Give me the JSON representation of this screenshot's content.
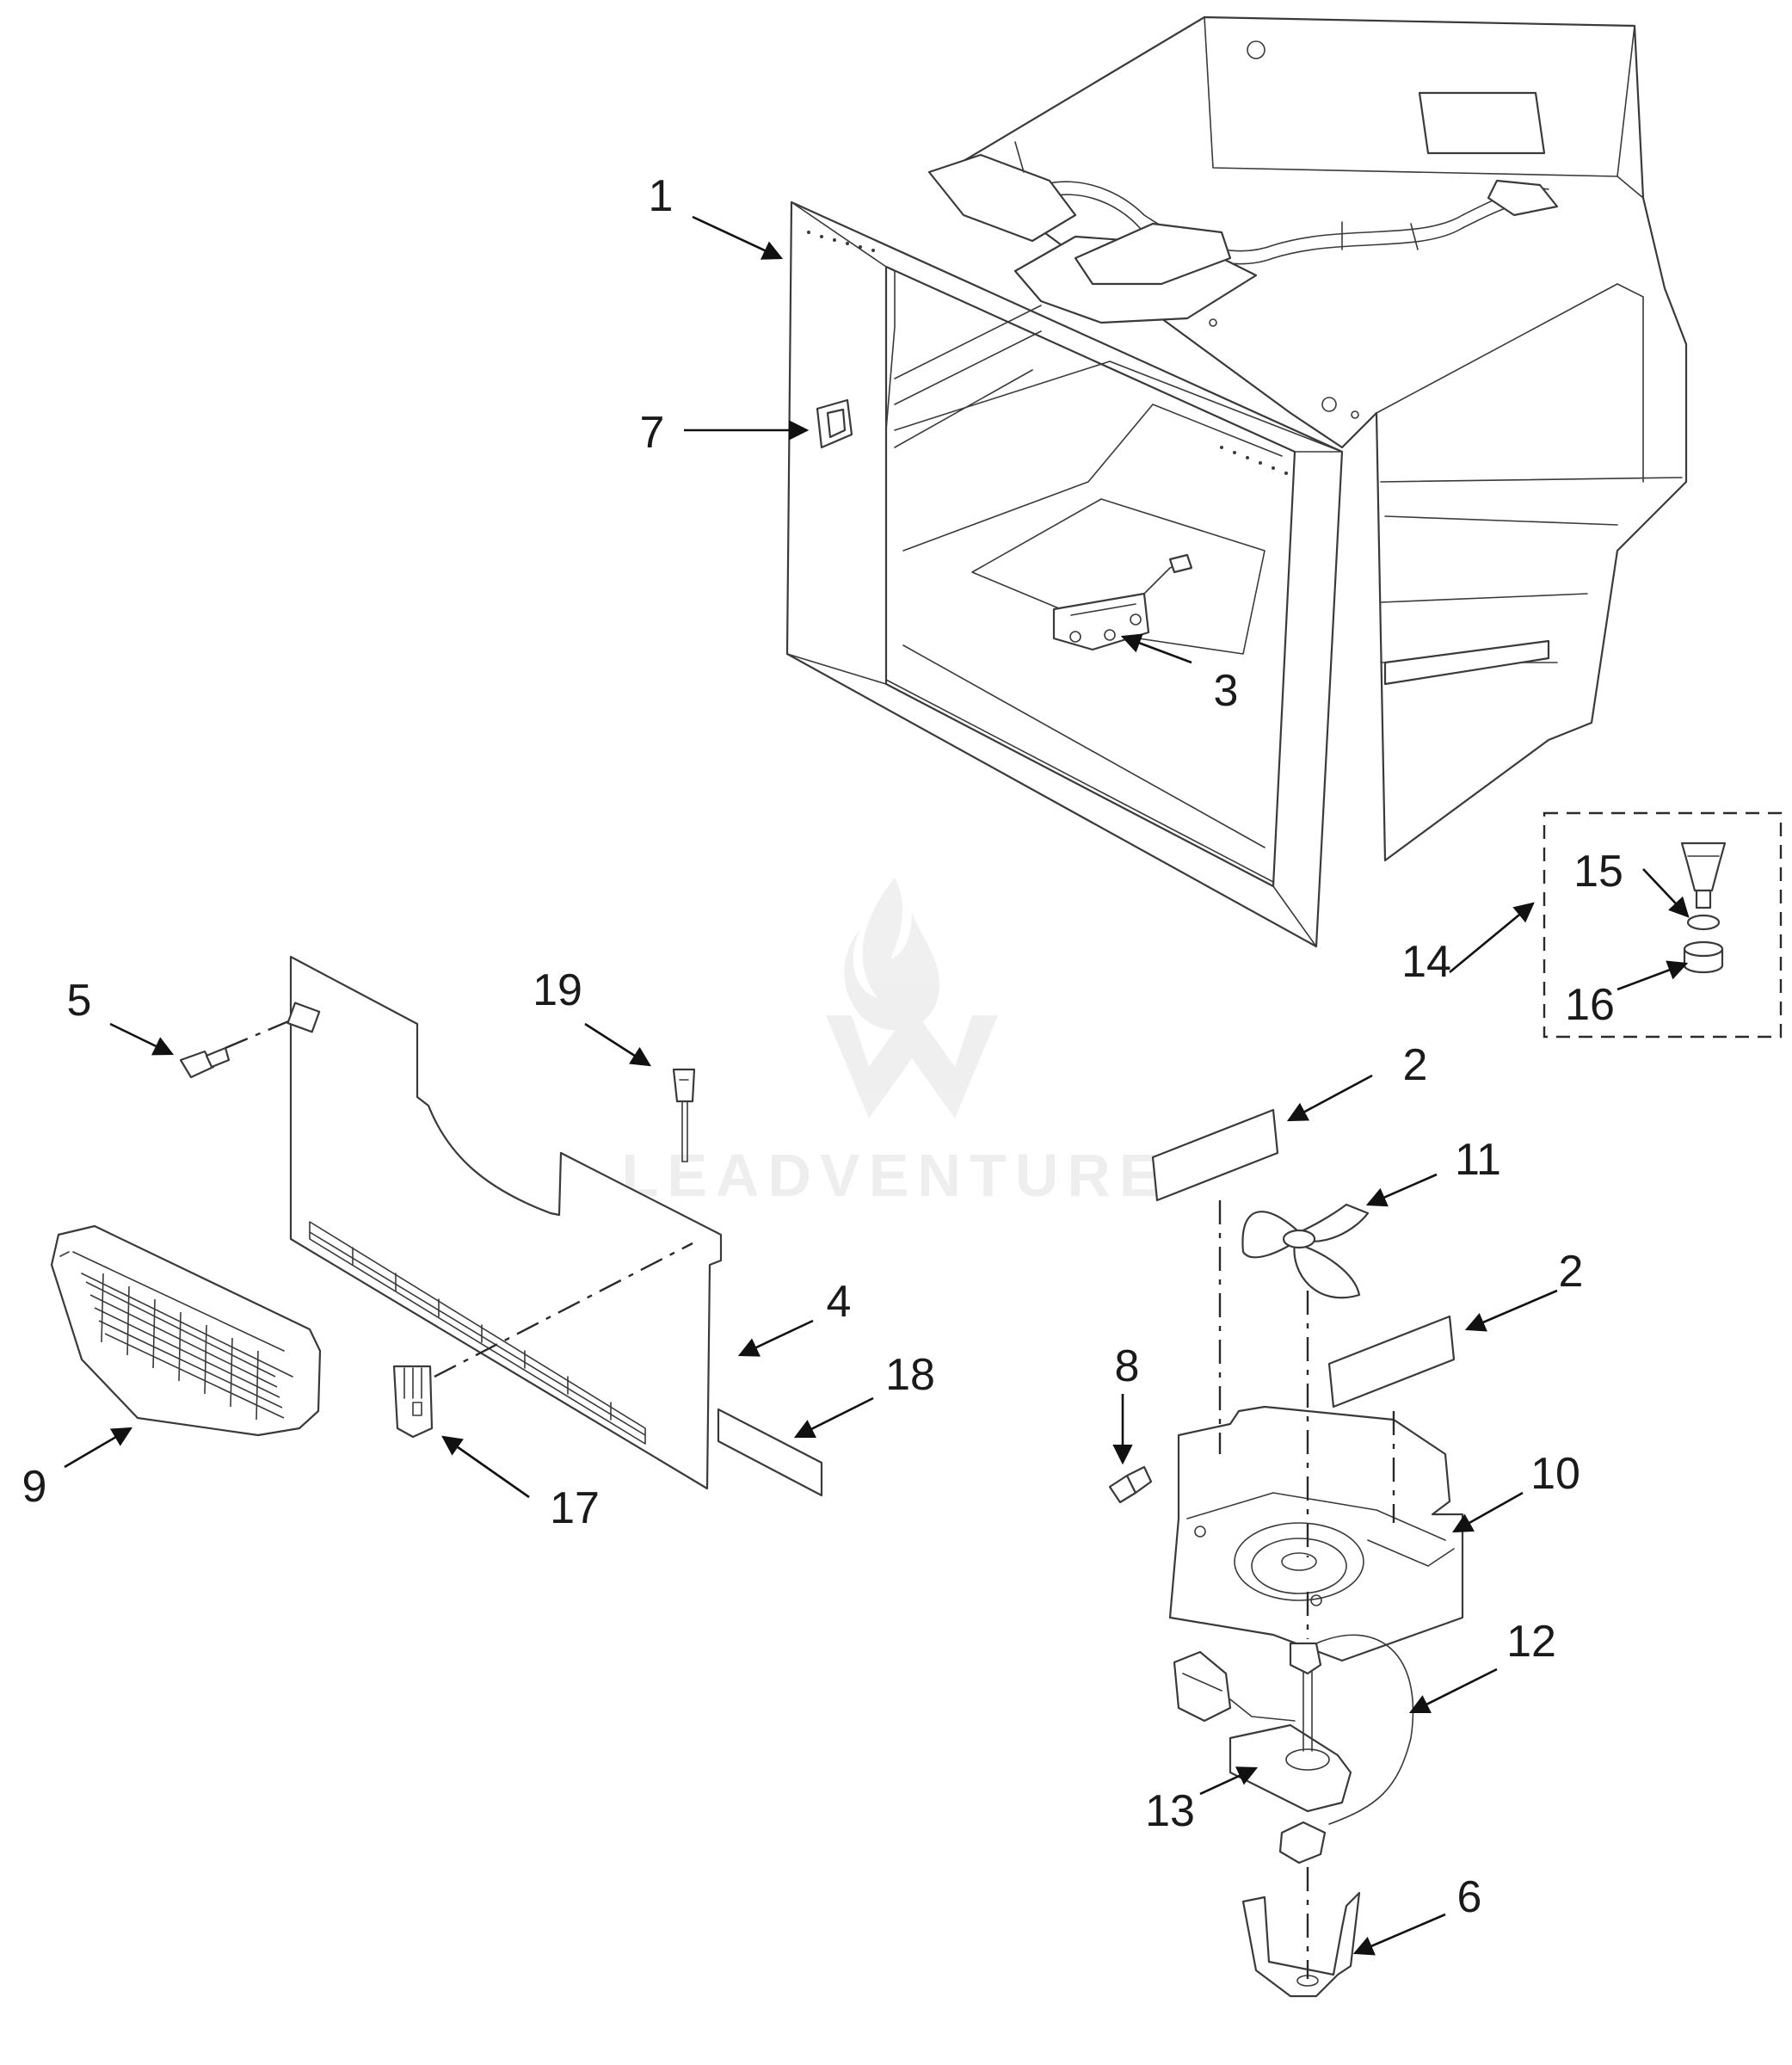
{
  "watermark": {
    "text": "LEADVENTURE"
  },
  "callouts": [
    {
      "id": "c1",
      "label": "1"
    },
    {
      "id": "c7",
      "label": "7"
    },
    {
      "id": "c3",
      "label": "3"
    },
    {
      "id": "c15",
      "label": "15"
    },
    {
      "id": "c14",
      "label": "14"
    },
    {
      "id": "c16",
      "label": "16"
    },
    {
      "id": "c5",
      "label": "5"
    },
    {
      "id": "c19",
      "label": "19"
    },
    {
      "id": "c2a",
      "label": "2"
    },
    {
      "id": "c11",
      "label": "11"
    },
    {
      "id": "c2b",
      "label": "2"
    },
    {
      "id": "c4",
      "label": "4"
    },
    {
      "id": "c18",
      "label": "18"
    },
    {
      "id": "c8",
      "label": "8"
    },
    {
      "id": "c10",
      "label": "10"
    },
    {
      "id": "c9",
      "label": "9"
    },
    {
      "id": "c17",
      "label": "17"
    },
    {
      "id": "c12",
      "label": "12"
    },
    {
      "id": "c13",
      "label": "13"
    },
    {
      "id": "c6",
      "label": "6"
    }
  ]
}
